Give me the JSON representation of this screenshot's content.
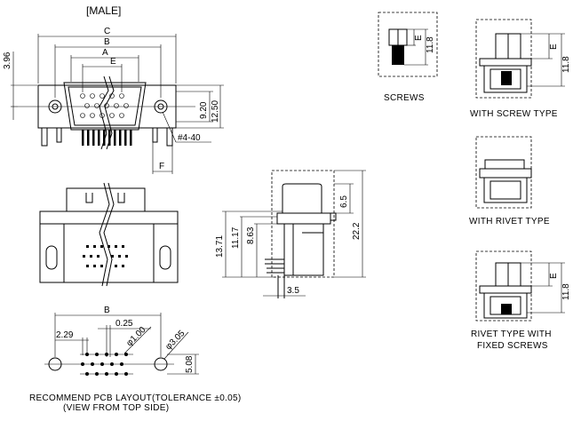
{
  "title": "[MALE]",
  "front_view": {
    "dims": {
      "c": "C",
      "b": "B",
      "a": "A",
      "e": "E",
      "h396": "3.96",
      "h920": "9.20",
      "h1250": "12.50",
      "thread": "#4-40",
      "f": "F"
    }
  },
  "side_view": {
    "dims": {
      "d1371": "13.71",
      "d1117": "11.17",
      "d863": "8.63",
      "d65": "6.5",
      "d222": "22.2",
      "d35": "3.5"
    }
  },
  "pcb_layout": {
    "dims": {
      "b": "B",
      "d025": "0.25",
      "d229": "2.29",
      "d100": "φ1.00",
      "d305": "φ3.05",
      "d508": "5.08"
    },
    "caption_line1": "RECOMMEND PCB LAYOUT(TOLERANCE ±0.05)",
    "caption_line2": "(VIEW FROM TOP SIDE)"
  },
  "screws_view": {
    "caption": "SCREWS",
    "dims": {
      "e": "E",
      "h": "11.8"
    }
  },
  "screw_type_view": {
    "caption": "WITH SCREW TYPE",
    "dims": {
      "e": "E",
      "h": "11.8"
    }
  },
  "rivet_type_view": {
    "caption": "WITH RIVET TYPE"
  },
  "rivet_fixed_view": {
    "caption_line1": "RIVET TYPE WITH",
    "caption_line2": "FIXED SCREWS",
    "dims": {
      "e": "E",
      "h": "11.8"
    }
  }
}
